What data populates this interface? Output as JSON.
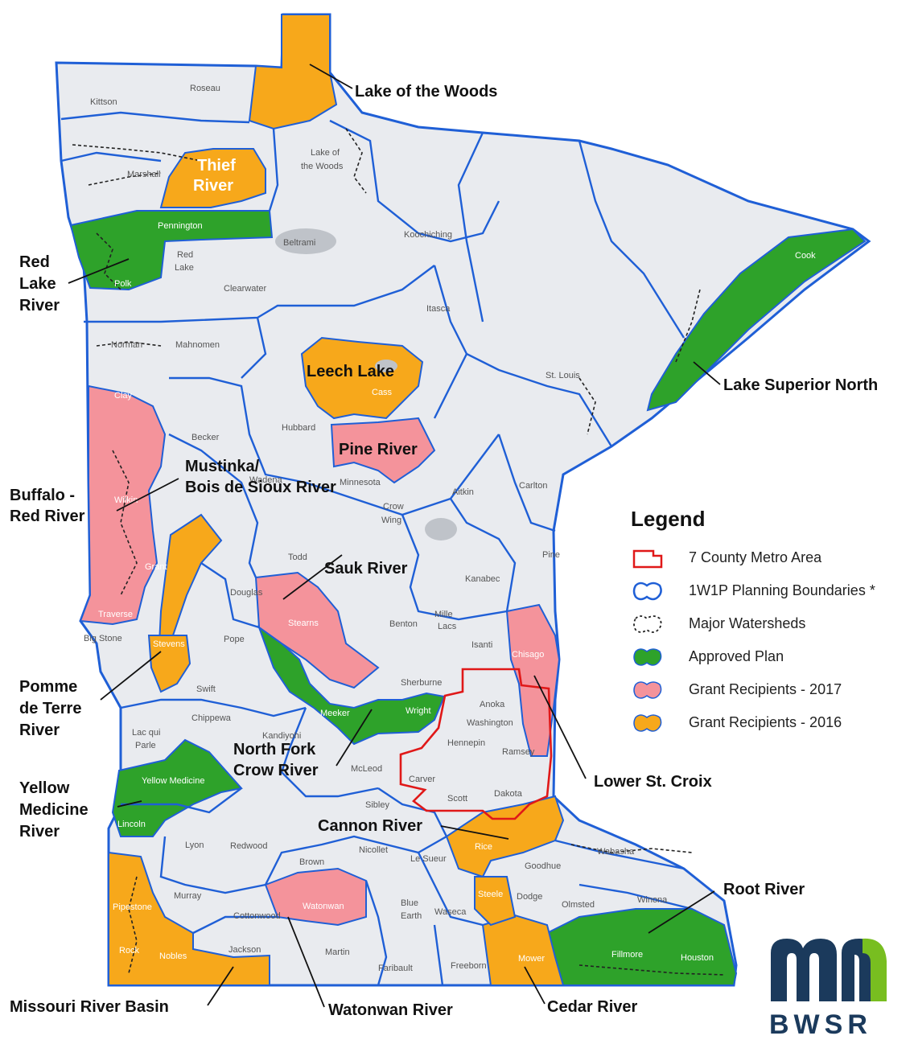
{
  "regions": [
    {
      "id": "lake-of-the-woods",
      "label": [
        "Lake of the Woods"
      ],
      "status": "grant-2016"
    },
    {
      "id": "thief-river",
      "label": [
        "Thief",
        "River"
      ],
      "status": "grant-2016"
    },
    {
      "id": "red-lake-river",
      "label": [
        "Red",
        "Lake",
        "River"
      ],
      "status": "approved"
    },
    {
      "id": "leech-lake",
      "label": [
        "Leech Lake"
      ],
      "status": "grant-2016"
    },
    {
      "id": "lake-superior-north",
      "label": [
        "Lake Superior North"
      ],
      "status": "approved"
    },
    {
      "id": "pine-river",
      "label": [
        "Pine River"
      ],
      "status": "grant-2017"
    },
    {
      "id": "mustinka",
      "label": [
        "Mustinka/",
        "Bois de Sioux River"
      ],
      "status": "grant-2016"
    },
    {
      "id": "buffalo-red",
      "label": [
        "Buffalo -",
        "Red River"
      ],
      "status": "grant-2017"
    },
    {
      "id": "sauk-river",
      "label": [
        "Sauk River"
      ],
      "status": "grant-2017"
    },
    {
      "id": "pomme-de-terre",
      "label": [
        "Pomme",
        "de Terre",
        "River"
      ],
      "status": "grant-2016"
    },
    {
      "id": "north-fork-crow",
      "label": [
        "North Fork",
        "Crow River"
      ],
      "status": "approved"
    },
    {
      "id": "lower-st-croix",
      "label": [
        "Lower St. Croix"
      ],
      "status": "grant-2017"
    },
    {
      "id": "yellow-medicine",
      "label": [
        "Yellow",
        "Medicine",
        "River"
      ],
      "status": "approved"
    },
    {
      "id": "cannon-river",
      "label": [
        "Cannon River"
      ],
      "status": "grant-2016"
    },
    {
      "id": "root-river",
      "label": [
        "Root River"
      ],
      "status": "approved"
    },
    {
      "id": "missouri-river",
      "label": [
        "Missouri River Basin"
      ],
      "status": "grant-2016"
    },
    {
      "id": "watonwan-river",
      "label": [
        "Watonwan River"
      ],
      "status": "grant-2017"
    },
    {
      "id": "cedar-river",
      "label": [
        "Cedar River"
      ],
      "status": "grant-2016"
    }
  ],
  "counties": {
    "gray": [
      "Kittson",
      "Roseau",
      "Marshall",
      "Lake of",
      "the Woods",
      "Beltrami",
      "Red",
      "Lake",
      "Clearwater",
      "Koochiching",
      "Itasca",
      "Norman",
      "Mahnomen",
      "St. Louis",
      "Hubbard",
      "Becker",
      "Wadena",
      "Aitkin",
      "Carlton",
      "Crow",
      "Wing",
      "Todd",
      "Douglas",
      "Pine",
      "Kanabec",
      "Mille",
      "Lacs",
      "Pope",
      "Benton",
      "Isanti",
      "Sherburne",
      "Big Stone",
      "Swift",
      "Chippewa",
      "Lac qui",
      "Parle",
      "Kandiyohi",
      "Anoka",
      "Washington",
      "Hennepin",
      "Ramsey",
      "Carver",
      "Scott",
      "Dakota",
      "McLeod",
      "Sibley",
      "Lyon",
      "Redwood",
      "Nicollet",
      "Le Sueur",
      "Wabasha",
      "Goodhue",
      "Brown",
      "Murray",
      "Cottonwood",
      "Blue",
      "Earth",
      "Waseca",
      "Dodge",
      "Olmsted",
      "Winona",
      "Jackson",
      "Martin",
      "Faribault",
      "Freeborn",
      "Minnesota"
    ],
    "white": [
      "Pennington",
      "Polk",
      "Cass",
      "Cook",
      "Clay",
      "Wilkin",
      "Grant",
      "Traverse",
      "Stevens",
      "Stearns",
      "Chisago",
      "Meeker",
      "Wright",
      "Yellow Medicine",
      "Lincoln",
      "Rice",
      "Steele",
      "Watonwan",
      "Pipestone",
      "Rock",
      "Nobles",
      "Mower",
      "Fillmore",
      "Houston"
    ]
  },
  "legend": {
    "title": "Legend",
    "items": [
      {
        "label": "7 County Metro Area",
        "icon": "metro-outline-icon"
      },
      {
        "label": "1W1P Planning Boundaries *",
        "icon": "planning-boundary-icon"
      },
      {
        "label": "Major Watersheds",
        "icon": "watershed-outline-icon"
      },
      {
        "label": "Approved Plan",
        "icon": "approved-fill-icon"
      },
      {
        "label": "Grant Recipients - 2017",
        "icon": "grant-2017-fill-icon"
      },
      {
        "label": "Grant Recipients - 2016",
        "icon": "grant-2016-fill-icon"
      }
    ]
  },
  "logo": {
    "text": "BWSR",
    "icon": "mn-logo-icon"
  },
  "colors": {
    "base": "#e9ebef",
    "boundary": "#1f5fd6",
    "metro": "#e01818",
    "approved": "#2ea22a",
    "grant2017": "#f4939b",
    "grant2016": "#f7a81b",
    "logoNavy": "#1b3a5c",
    "logoGreen": "#78be20"
  }
}
